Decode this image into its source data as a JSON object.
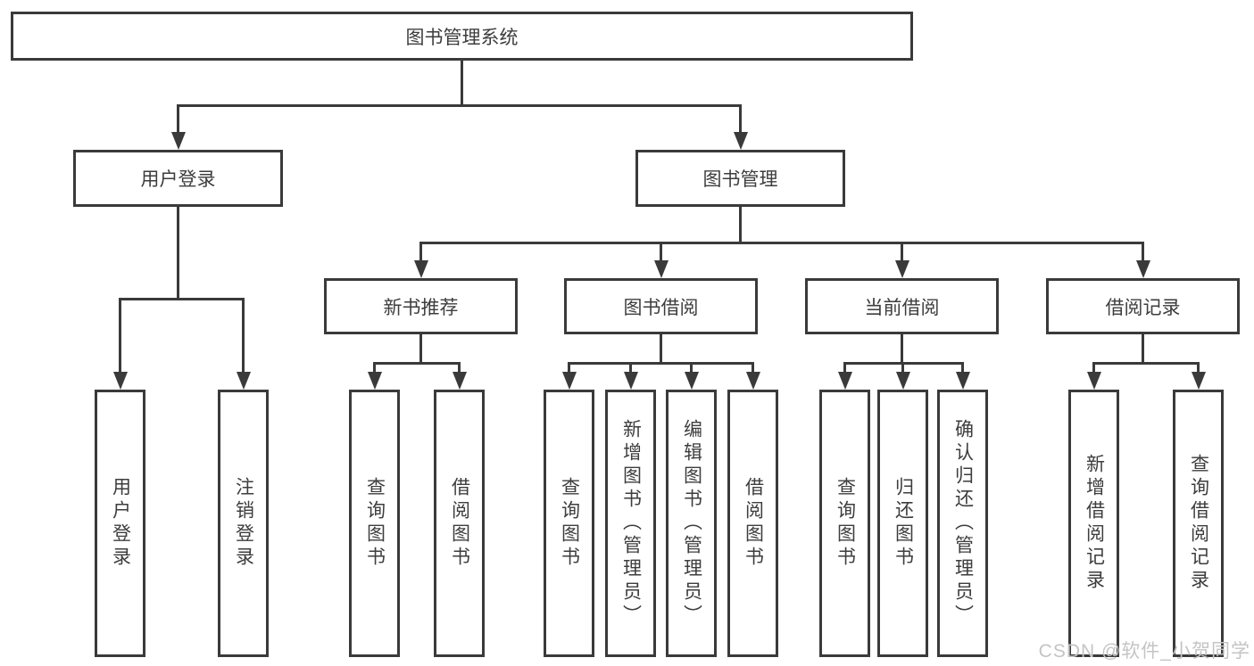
{
  "diagram": {
    "root": {
      "label": "图书管理系统"
    },
    "level2": [
      {
        "label": "用户登录"
      },
      {
        "label": "图书管理"
      }
    ],
    "level3": [
      {
        "label": "新书推荐"
      },
      {
        "label": "图书借阅"
      },
      {
        "label": "当前借阅"
      },
      {
        "label": "借阅记录"
      }
    ],
    "level4": [
      {
        "label": "用户登录"
      },
      {
        "label": "注销登录"
      },
      {
        "label": "查询图书"
      },
      {
        "label": "借阅图书"
      },
      {
        "label": "查询图书"
      },
      {
        "label": "新增图书（管理员）"
      },
      {
        "label": "编辑图书（管理员）"
      },
      {
        "label": "借阅图书"
      },
      {
        "label": "查询图书"
      },
      {
        "label": "归还图书"
      },
      {
        "label": "确认归还（管理员）"
      },
      {
        "label": "新增借阅记录"
      },
      {
        "label": "查询借阅记录"
      }
    ]
  },
  "watermark": {
    "text": "CSDN @软件_小贺同学"
  },
  "colors": {
    "line": "#3a3a3a",
    "text": "#3d3d3d",
    "watermark": "#c4c4c4",
    "background": "#ffffff"
  }
}
